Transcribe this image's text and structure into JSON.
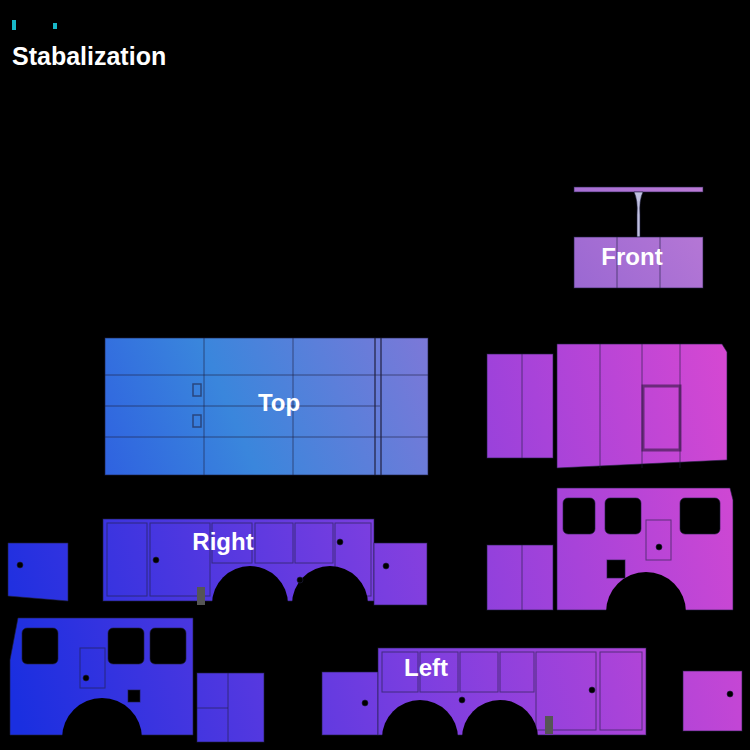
{
  "diagram": {
    "title": "Stabalization",
    "labels": [
      "Front",
      "Top",
      "Right",
      "Left"
    ]
  }
}
